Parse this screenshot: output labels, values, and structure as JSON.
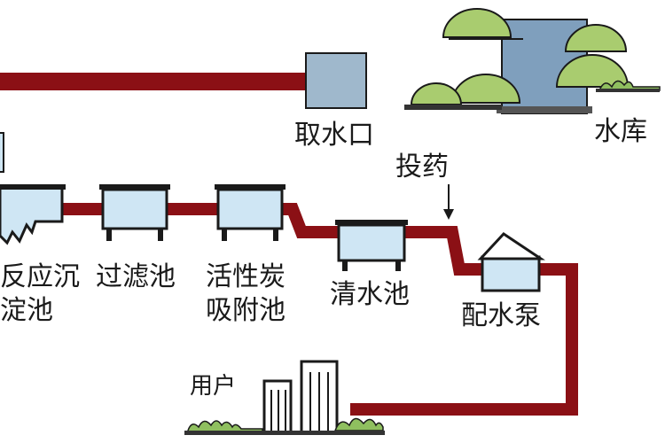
{
  "labels": {
    "intake": "取水口",
    "reservoir": "水库",
    "dosing": "投药",
    "reaction_line1": "反应沉",
    "reaction_line2": "淀池",
    "filter": "过滤池",
    "carbon_line1": "活性炭",
    "carbon_line2": "吸附池",
    "clear_water": "清水池",
    "pump": "配水泵",
    "users": "用户"
  },
  "colors": {
    "pipe": "#8b1015",
    "water": "#cfe6f4",
    "reservoir": "#7f9fbd",
    "intake": "#9fb8cc",
    "tree": "#a9cc6f",
    "bush": "#8fbf5f",
    "outline": "#1a1a1a"
  }
}
